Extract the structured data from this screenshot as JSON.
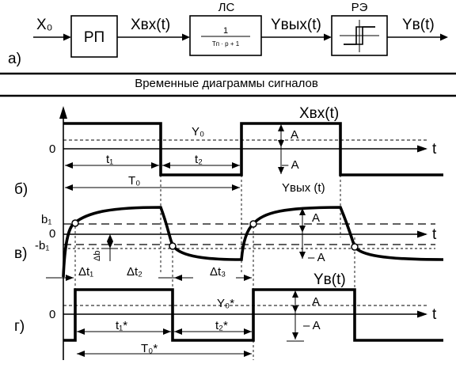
{
  "block_diagram": {
    "part_label": "а)",
    "input_label": "X₀",
    "block1": {
      "label": "РП"
    },
    "signal1": "Xвх(t)",
    "block2": {
      "label_above": "ЛС",
      "tf_num": "1",
      "tf_den": "Tп · p + 1"
    },
    "signal2": "Yвых(t)",
    "block3": {
      "label_above": "РЭ",
      "icon": "hysteresis-relay-icon"
    },
    "output_label": "Yв(t)"
  },
  "section_title": "Временные диаграммы сигналов",
  "diagrams": {
    "b": {
      "part_label": "б)",
      "zero": "0",
      "t": "t",
      "y0": "Y₀",
      "signal_in": "Xвх(t)",
      "signal_out": "Yвых (t)",
      "amp_pos": "A",
      "amp_neg": "– A",
      "t1": "t₁",
      "t2": "t₂",
      "T0": "T₀"
    },
    "v": {
      "part_label": "в)",
      "b1": "b₁",
      "zero": "0",
      "mb1": "-b₁",
      "db": "Δb",
      "t": "t",
      "amp_pos": "A",
      "amp_neg": "– A",
      "dt1": "Δt₁",
      "dt2": "Δt₂",
      "dt3": "Δt₃"
    },
    "g": {
      "part_label": "г)",
      "zero": "0",
      "t": "t",
      "signal": "Yв(t)",
      "y0s": "Y₀*",
      "amp_pos": "A",
      "amp_neg": "– A",
      "t1s": "t₁*",
      "t2s": "t₂*",
      "T0s": "T₀*"
    }
  }
}
